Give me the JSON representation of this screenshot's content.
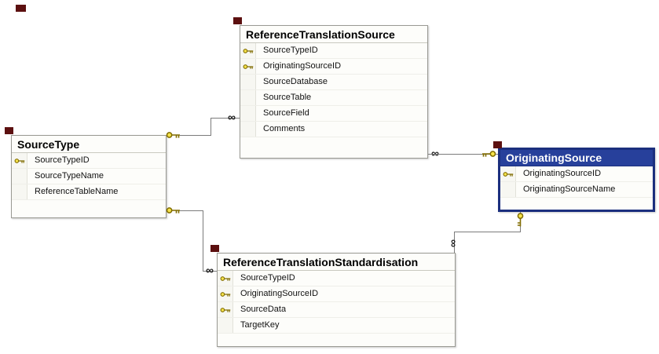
{
  "diagram": {
    "symbols": {
      "many": "∞"
    },
    "colors": {
      "background": "#ffffff",
      "line": "#7b7b7b",
      "table_border": "#9a9a93",
      "selected_header_bg": "#27409b",
      "selected_header_text": "#ffffff",
      "selected_border": "#1b2f7e",
      "key_gold": "#f6e34b",
      "marker_red": "#5c1010"
    },
    "tables": {
      "reference_translation_source": {
        "title": "ReferenceTranslationSource",
        "selected": false,
        "columns": [
          {
            "name": "SourceTypeID",
            "key": true
          },
          {
            "name": "OriginatingSourceID",
            "key": true
          },
          {
            "name": "SourceDatabase",
            "key": false
          },
          {
            "name": "SourceTable",
            "key": false
          },
          {
            "name": "SourceField",
            "key": false
          },
          {
            "name": "Comments",
            "key": false
          }
        ]
      },
      "source_type": {
        "title": "SourceType",
        "selected": false,
        "columns": [
          {
            "name": "SourceTypeID",
            "key": true
          },
          {
            "name": "SourceTypeName",
            "key": false
          },
          {
            "name": "ReferenceTableName",
            "key": false
          }
        ]
      },
      "originating_source": {
        "title": "OriginatingSource",
        "selected": true,
        "columns": [
          {
            "name": "OriginatingSourceID",
            "key": true
          },
          {
            "name": "OriginatingSourceName",
            "key": false
          }
        ]
      },
      "reference_translation_standardisation": {
        "title": "ReferenceTranslationStandardisation",
        "selected": false,
        "columns": [
          {
            "name": "SourceTypeID",
            "key": true
          },
          {
            "name": "OriginatingSourceID",
            "key": true
          },
          {
            "name": "SourceData",
            "key": true
          },
          {
            "name": "TargetKey",
            "key": false
          }
        ]
      }
    },
    "relationships": [
      {
        "one_side": "SourceType",
        "many_side": "ReferenceTranslationSource"
      },
      {
        "one_side": "SourceType",
        "many_side": "ReferenceTranslationStandardisation"
      },
      {
        "one_side": "OriginatingSource",
        "many_side": "ReferenceTranslationSource"
      },
      {
        "one_side": "OriginatingSource",
        "many_side": "ReferenceTranslationStandardisation"
      }
    ]
  }
}
